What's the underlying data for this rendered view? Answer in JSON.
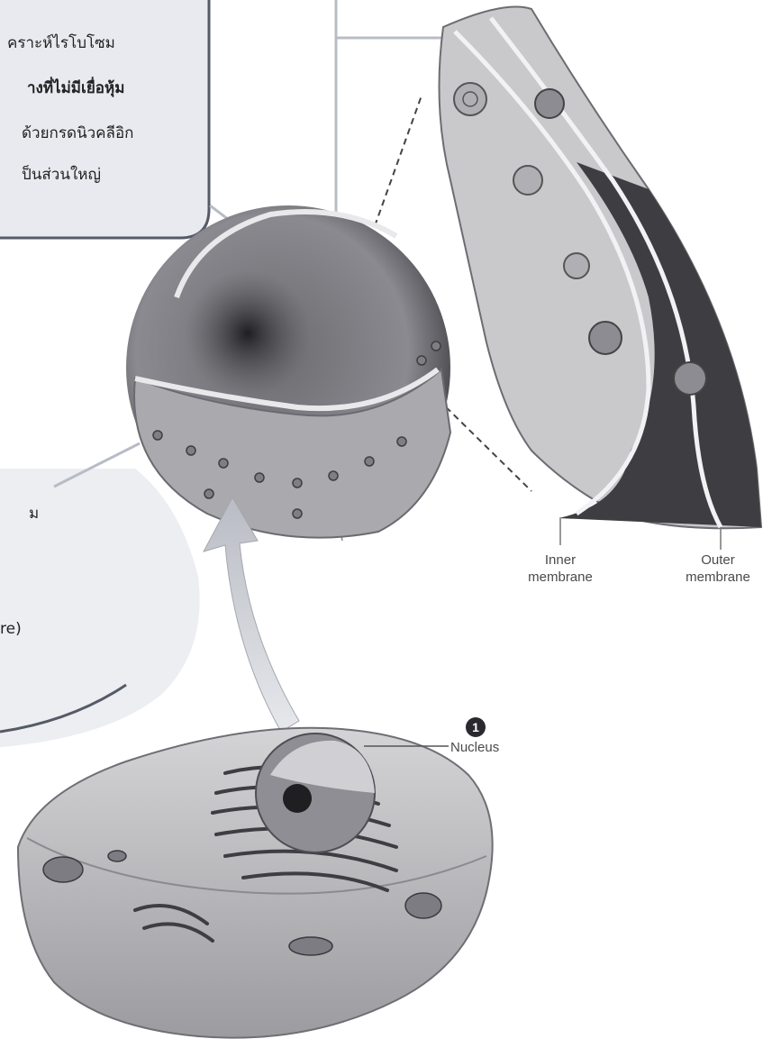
{
  "callout_top_left": {
    "line1": "คราะห์ไรโบโซม",
    "line2": "างที่ไม่มีเยื่อหุ้ม",
    "line3": "ด้วยกรดนิวคลีอิก",
    "line4": "ป็นส่วนใหญ่"
  },
  "callout_left": {
    "line1": "ม",
    "line2": "re)"
  },
  "labels": {
    "inner_membrane": [
      "Inner",
      "membrane"
    ],
    "outer_membrane": [
      "Outer",
      "membrane"
    ],
    "nucleus": "Nucleus",
    "step_marker": "1"
  },
  "colors": {
    "callout_fill": "#e8eaef",
    "callout_border": "#555a66",
    "envelope_face": "#c9c9cc",
    "envelope_dark": "#3e3e42",
    "leader_line": "#b8bcc6",
    "arrow": "#c9ccd2"
  }
}
